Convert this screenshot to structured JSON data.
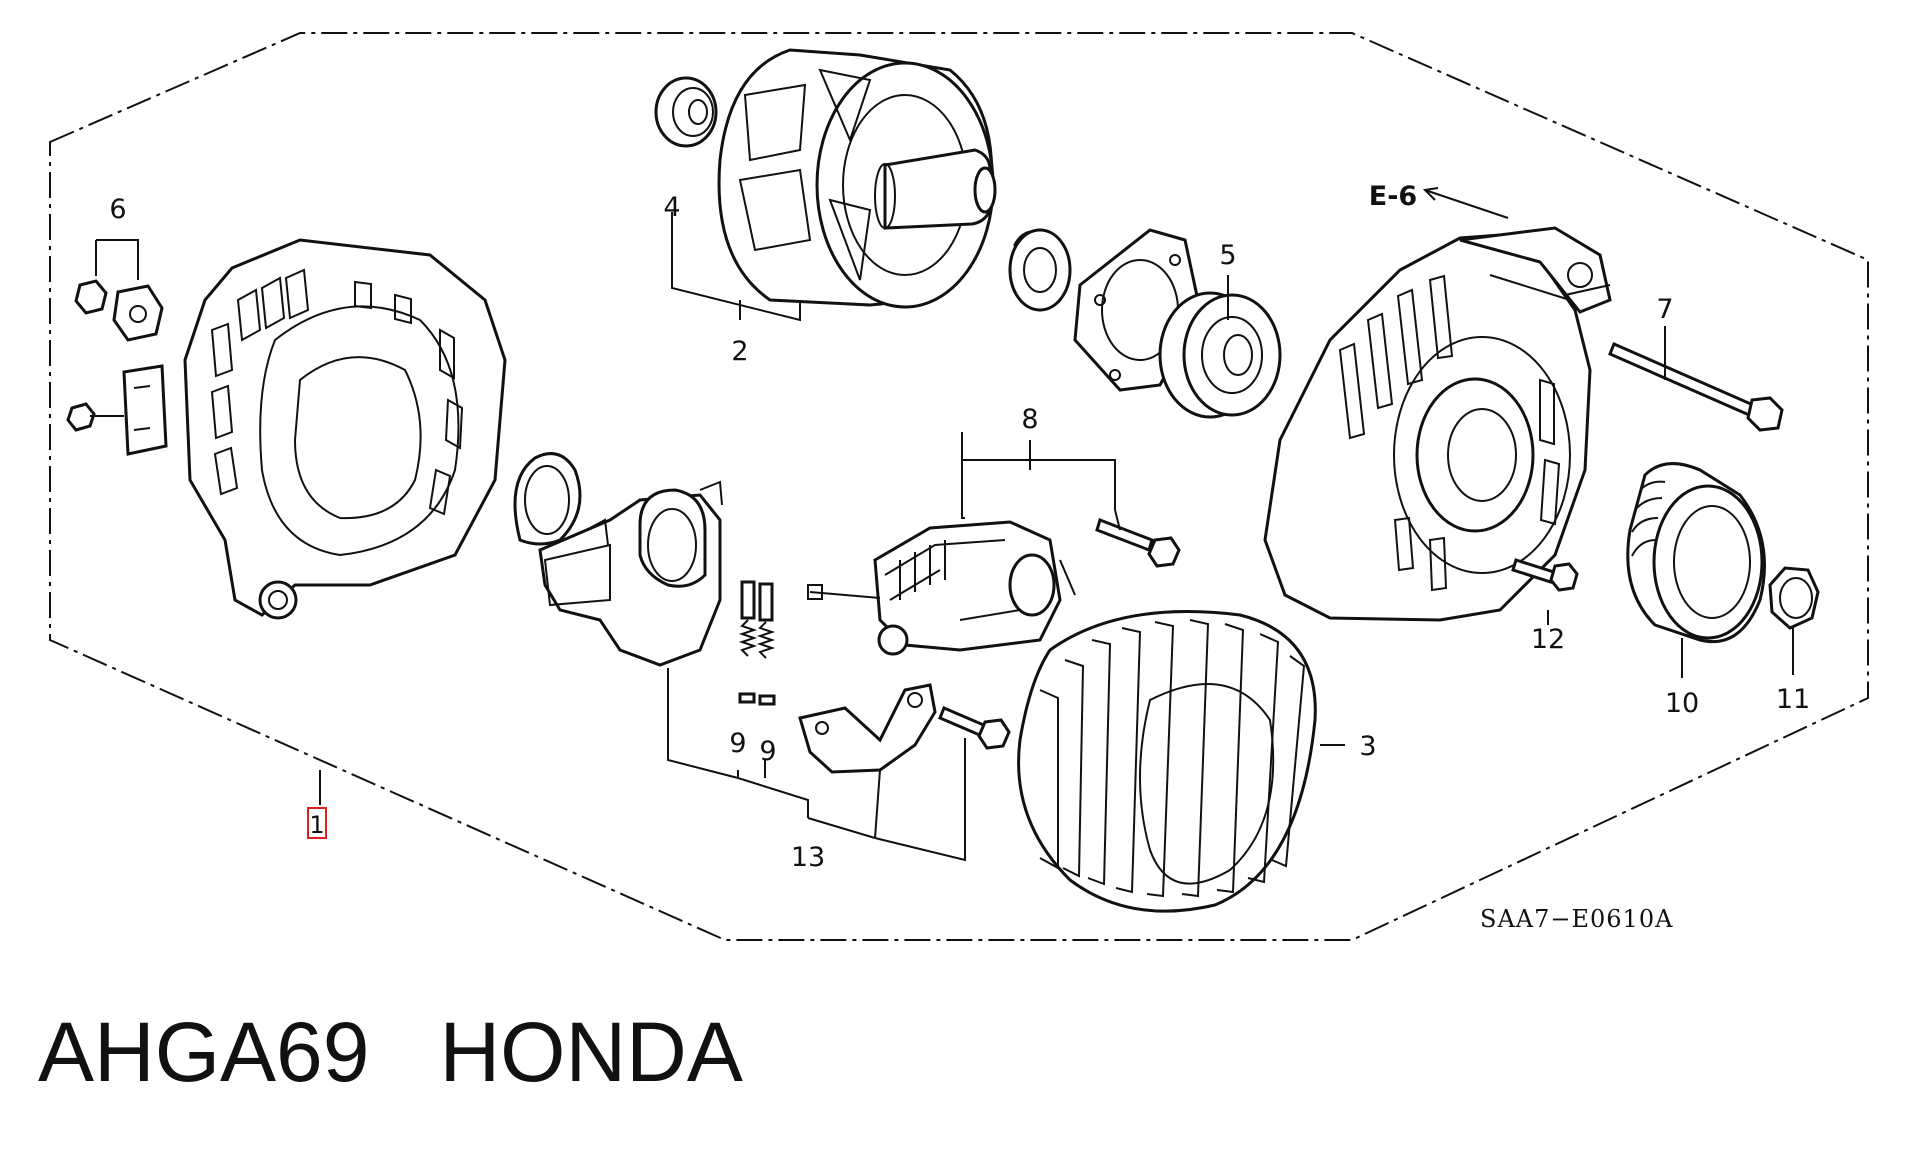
{
  "caption": "AHGA69   HONDA",
  "diagram_code": "SAA7−E0610A",
  "reference": "E-6",
  "selected_callout": "1",
  "callouts": {
    "c1": "1",
    "c2": "2",
    "c3": "3",
    "c4": "4",
    "c5": "5",
    "c6": "6",
    "c7": "7",
    "c8": "8",
    "c9a": "9",
    "c9b": "9",
    "c10": "10",
    "c11": "11",
    "c12": "12",
    "c13": "13"
  },
  "highlight_color": "#e02020"
}
